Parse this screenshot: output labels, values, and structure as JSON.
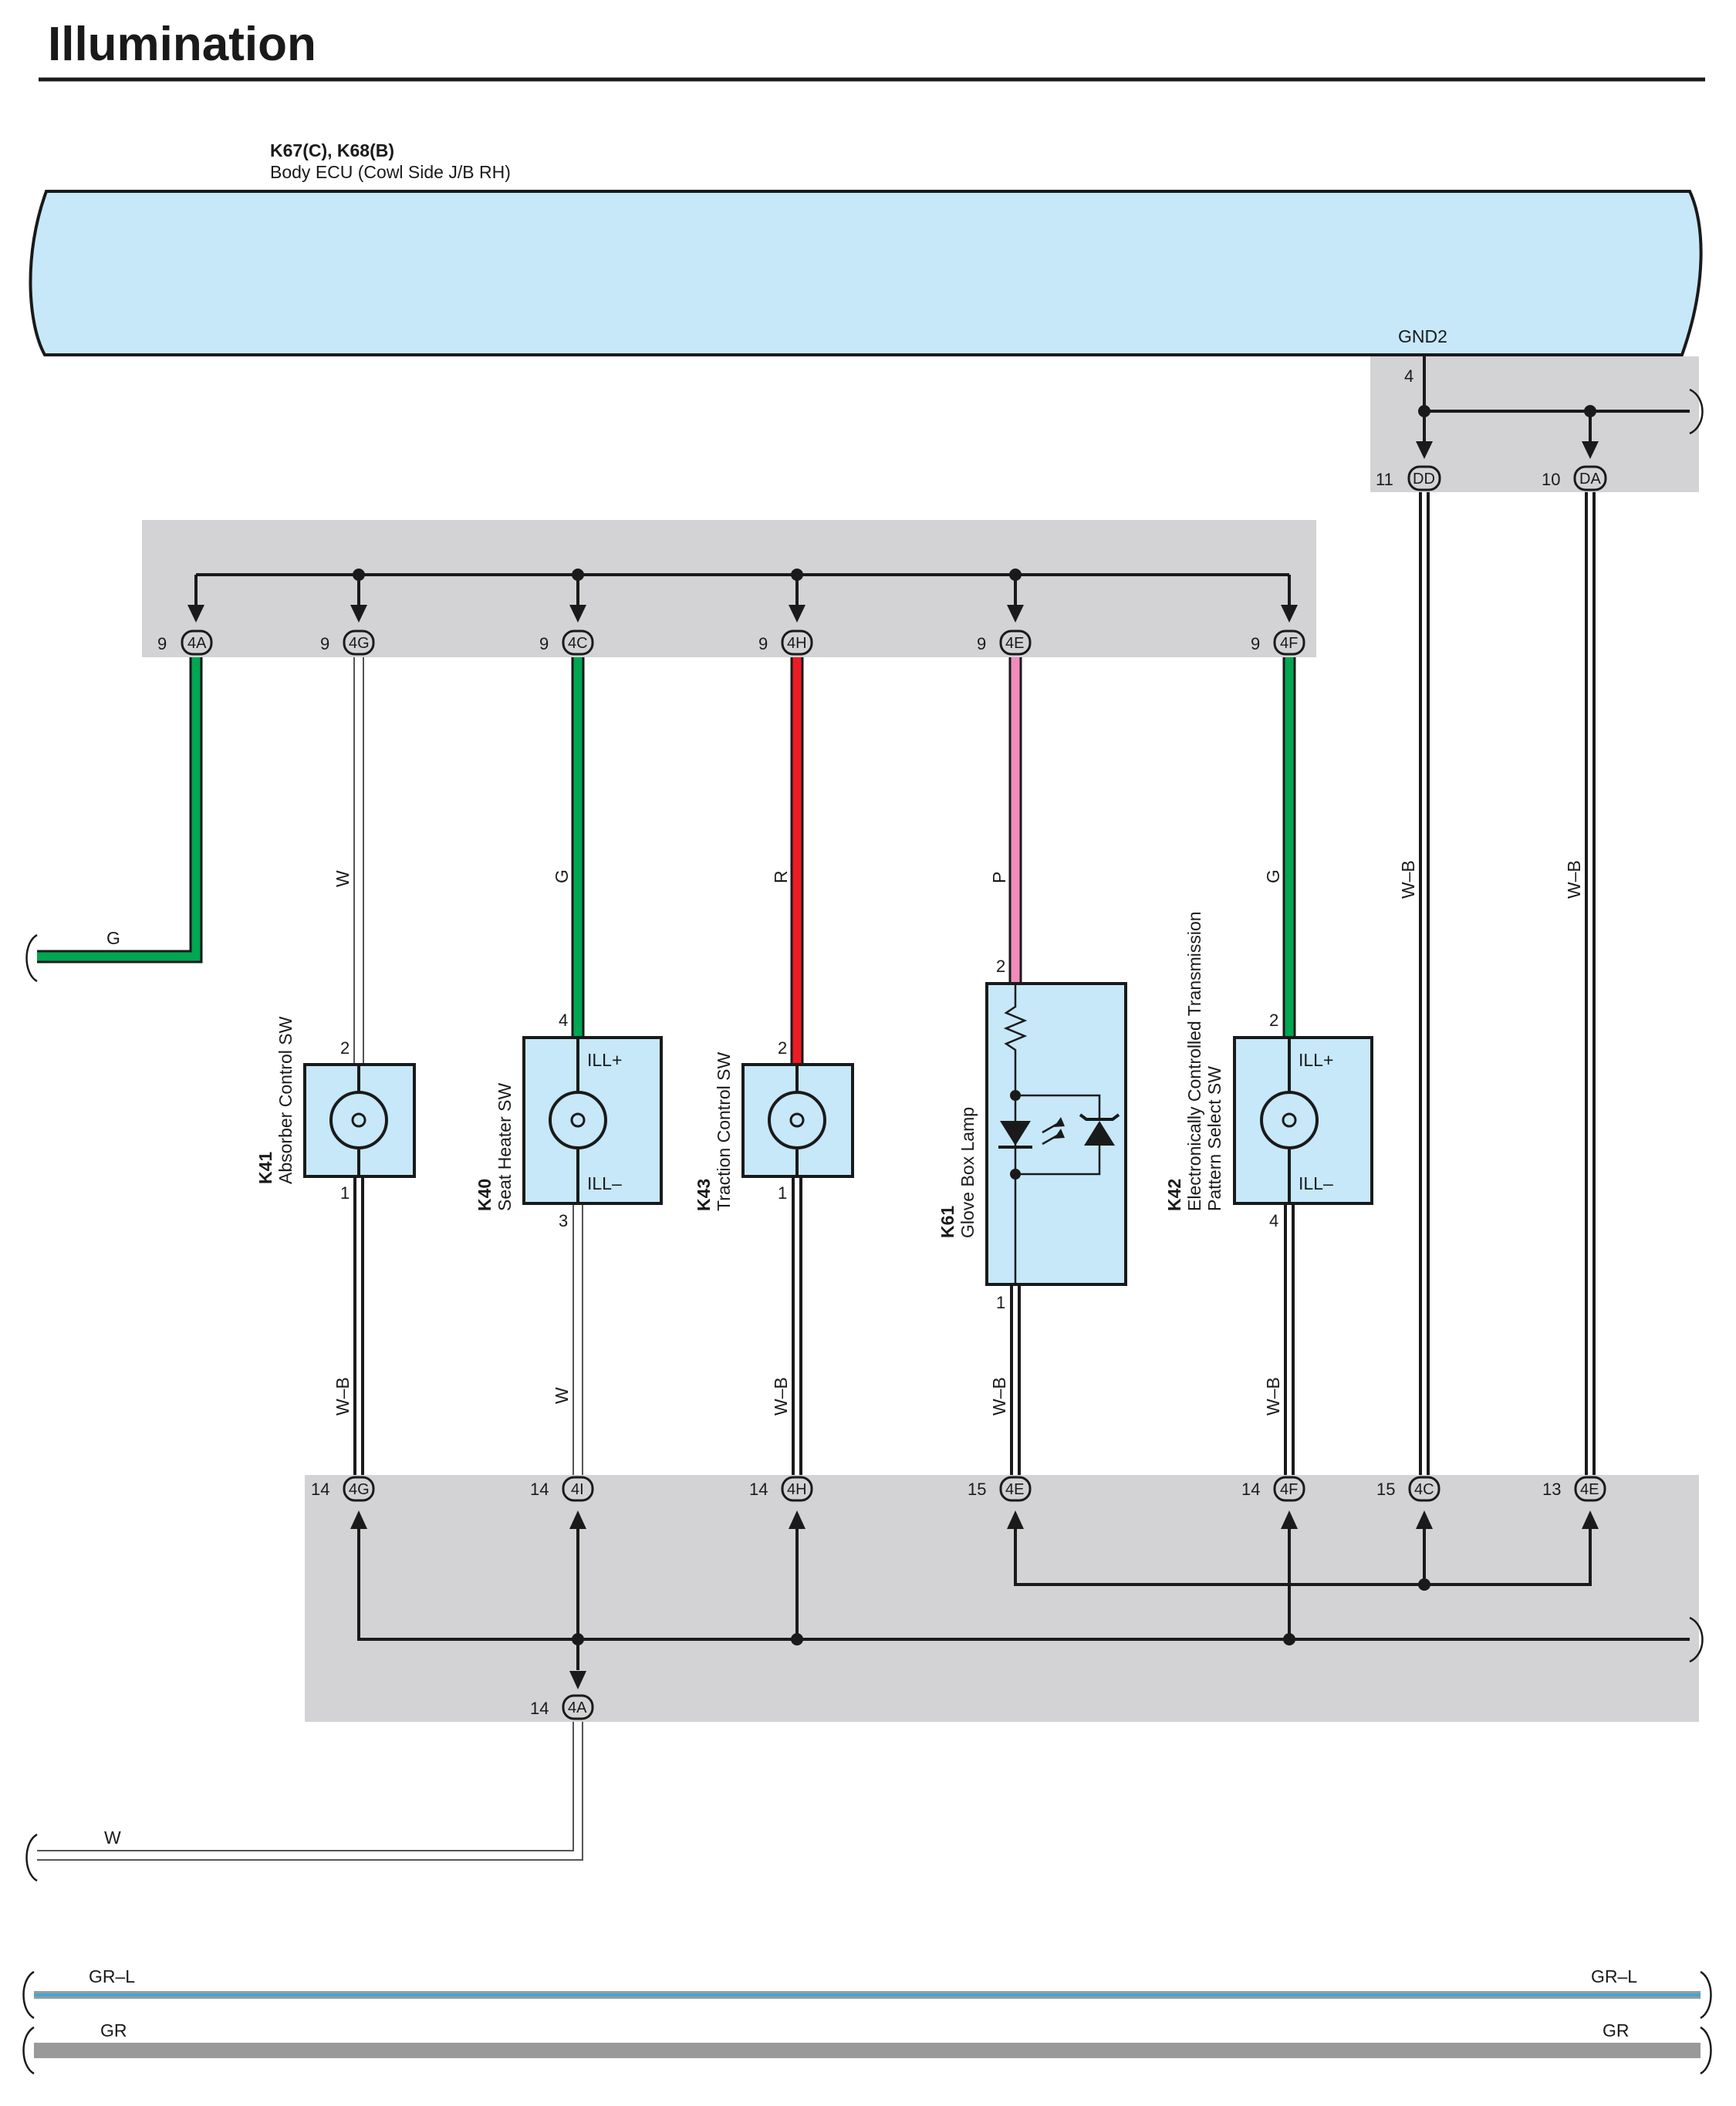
{
  "title": "Illumination",
  "ecu": {
    "connectors": "K67(C), K68(B)",
    "name": "Body ECU (Cowl Side J/B RH)",
    "terminal": "GND2",
    "terminal_pin": "4"
  },
  "components": [
    {
      "code": "K41",
      "name": "Absorber Control SW"
    },
    {
      "code": "K40",
      "name": "Seat Heater SW"
    },
    {
      "code": "K43",
      "name": "Traction Control SW"
    },
    {
      "code": "K61",
      "name": "Glove Box Lamp"
    },
    {
      "code": "K42",
      "name": "Electronically Controlled Transmission",
      "name2": "Pattern Select SW"
    }
  ],
  "terminals": {
    "ill_plus": "ILL+",
    "ill_minus": "ILL–"
  },
  "upper_connectors": [
    {
      "pin": "9",
      "id": "4A"
    },
    {
      "pin": "9",
      "id": "4G"
    },
    {
      "pin": "9",
      "id": "4C"
    },
    {
      "pin": "9",
      "id": "4H"
    },
    {
      "pin": "9",
      "id": "4E"
    },
    {
      "pin": "9",
      "id": "4F"
    }
  ],
  "gnd_connectors": [
    {
      "pin": "11",
      "id": "DD"
    },
    {
      "pin": "10",
      "id": "DA"
    }
  ],
  "lower_connectors": [
    {
      "pin": "14",
      "id": "4G"
    },
    {
      "pin": "14",
      "id": "4I"
    },
    {
      "pin": "14",
      "id": "4H"
    },
    {
      "pin": "15",
      "id": "4E"
    },
    {
      "pin": "14",
      "id": "4F"
    },
    {
      "pin": "15",
      "id": "4C"
    },
    {
      "pin": "13",
      "id": "4E"
    }
  ],
  "bottom_connector": {
    "pin": "14",
    "id": "4A"
  },
  "component_pins": [
    "2",
    "1",
    "4",
    "3",
    "2",
    "1",
    "2",
    "1",
    "2",
    "4"
  ],
  "wire_labels": [
    "G",
    "W",
    "G",
    "R",
    "P",
    "G",
    "W–B",
    "W–B",
    "W–B",
    "W",
    "W–B",
    "W–B",
    "W–B",
    "W",
    "GR–L",
    "GR–L",
    "GR",
    "GR"
  ],
  "colors": {
    "ecu_fill": "#c6e8f9",
    "shade": "#d3d3d5",
    "green": "#00a651",
    "red": "#ed1c24",
    "pink": "#f08cba",
    "white_wire": "#ffffff",
    "gr_l": "#3aa8dd",
    "gr": "#999999"
  }
}
